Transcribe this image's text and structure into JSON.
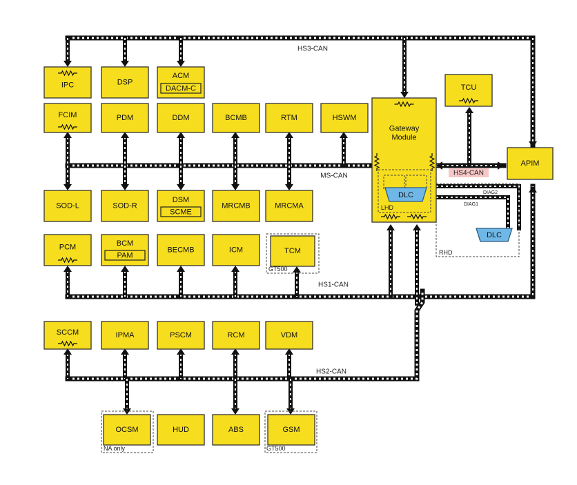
{
  "buses": {
    "hs3": "HS3-CAN",
    "ms": "MS-CAN",
    "hs4": "HS4-CAN",
    "hs1": "HS1-CAN",
    "hs2": "HS2-CAN"
  },
  "modules": {
    "ipc": "IPC",
    "dsp": "DSP",
    "acm": "ACM",
    "dacm_c": "DACM-C",
    "tcu": "TCU",
    "fcim": "FCIM",
    "pdm": "PDM",
    "ddm": "DDM",
    "bcmb": "BCMB",
    "rtm": "RTM",
    "hswm": "HSWM",
    "gateway_line1": "Gateway",
    "gateway_line2": "Module",
    "apim": "APIM",
    "sod_l": "SOD-L",
    "sod_r": "SOD-R",
    "dsm": "DSM",
    "scme": "SCME",
    "mrcmb": "MRCMB",
    "mrcma": "MRCMA",
    "pcm": "PCM",
    "bcm": "BCM",
    "pam": "PAM",
    "becmb": "BECMB",
    "icm": "ICM",
    "tcm": "TCM",
    "sccm": "SCCM",
    "ipma": "IPMA",
    "pscm": "PSCM",
    "rcm": "RCM",
    "vdm": "VDM",
    "ocsm": "OCSM",
    "hud": "HUD",
    "abs": "ABS",
    "gsm": "GSM"
  },
  "labels": {
    "lhd": "LHD",
    "rhd": "RHD",
    "diag2": "DIAG2",
    "diag1": "DIAG1",
    "dlc_lhd": "DLC",
    "dlc_rhd": "DLC",
    "gt500_tcm": "GT500",
    "gt500_gsm": "GT500",
    "na_only": "NA only"
  },
  "colors": {
    "module": "#f6dd1e",
    "tcu": "#f39a1e",
    "hs4_label_bg": "#f7c6c6",
    "dlc": "#6fb7e6"
  }
}
